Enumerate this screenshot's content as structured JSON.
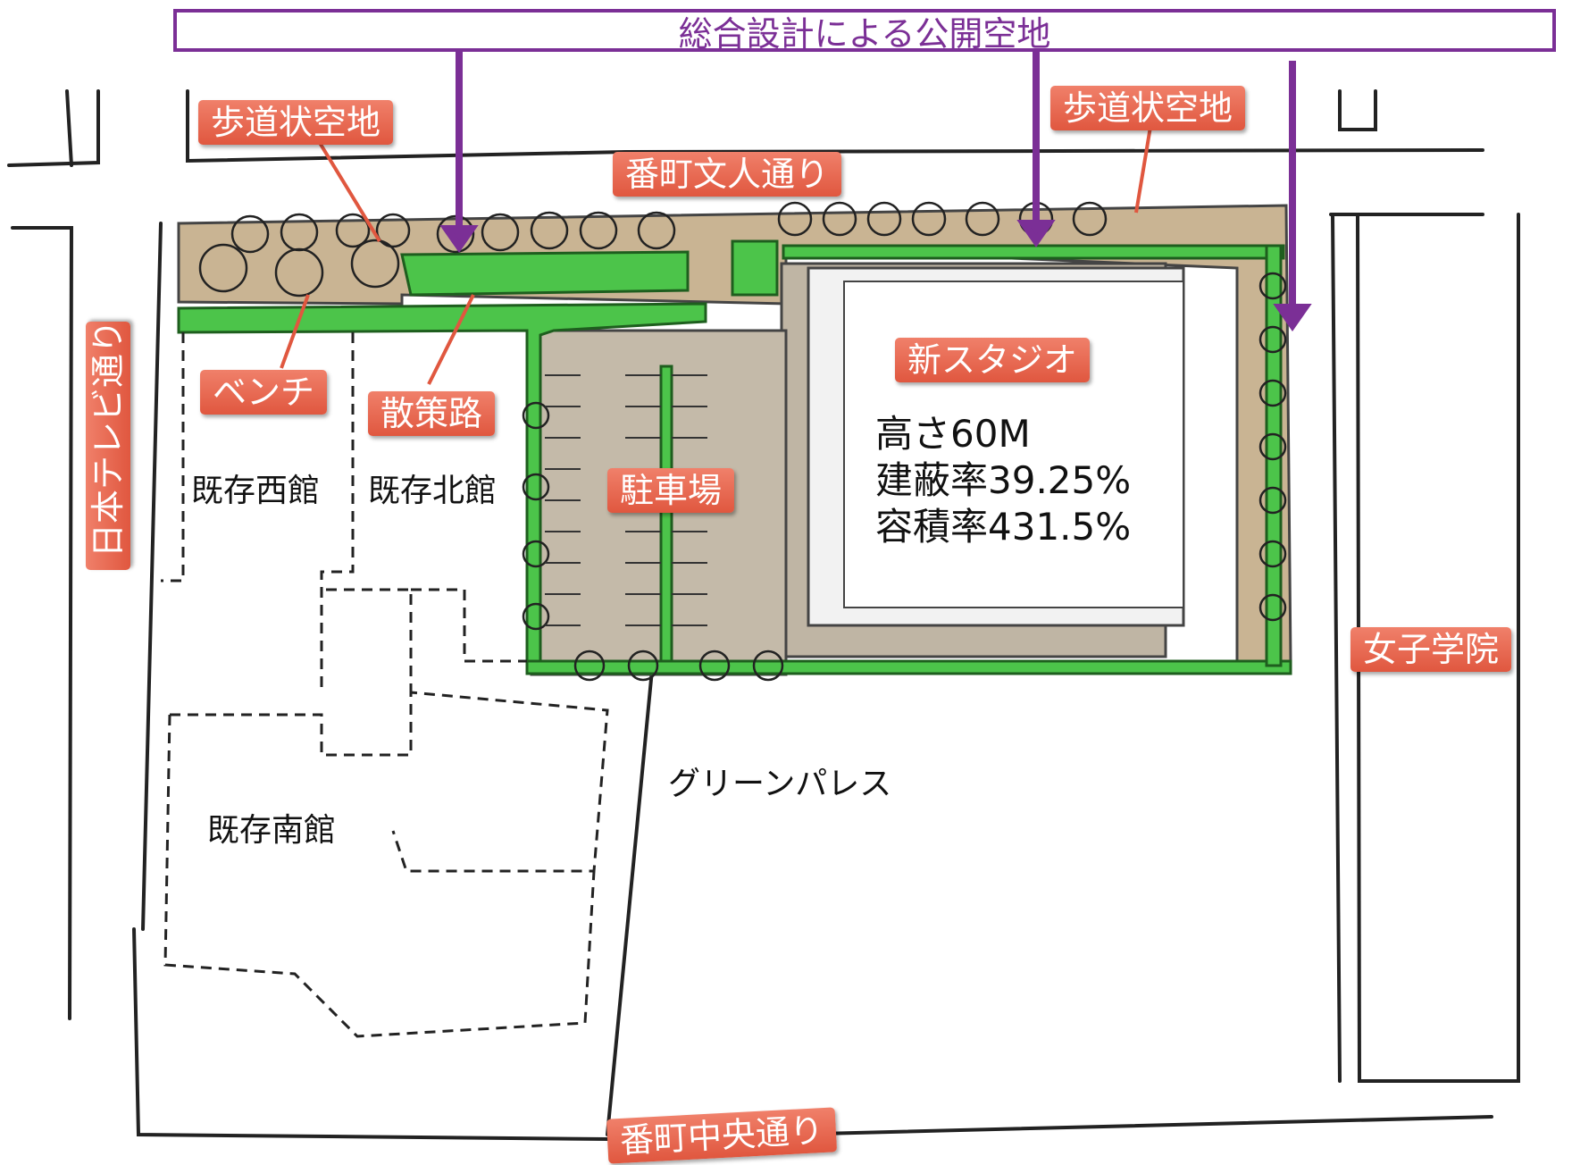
{
  "banner": "総合設計による公開空地",
  "callouts": {
    "sidewalk_west": "歩道状空地",
    "sidewalk_east": "歩道状空地",
    "bancho_bunjin": "番町文人通り",
    "bench": "ベンチ",
    "promenade": "散策路",
    "parking": "駐車場",
    "new_studio": "新スタジオ",
    "nihon_tv_street": "日本テレビ通り",
    "girls_school": "女子学院",
    "bancho_chuo": "番町中央通り"
  },
  "labels": {
    "west_building": "既存西館",
    "north_building": "既存北館",
    "south_building": "既存南館",
    "green_palace": "グリーンパレス"
  },
  "stats": {
    "height": "高さ60M",
    "coverage": "建蔽率39.25%",
    "far": "容積率431.5%"
  },
  "colors": {
    "banner_accent": "#7b2f96",
    "callout": "#e5603f",
    "planting": "#4cc44a",
    "plaza": "#c9b493",
    "paved": "#bfb5a4"
  }
}
